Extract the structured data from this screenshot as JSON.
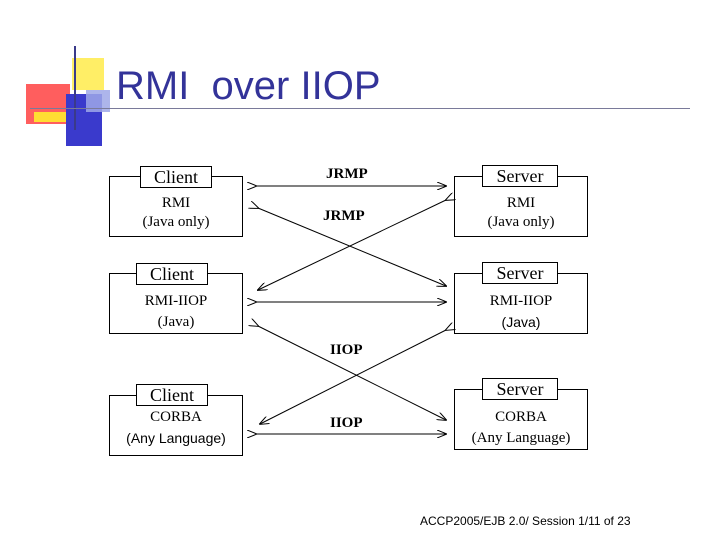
{
  "title": "RMI  over IIOP",
  "colors": {
    "title": "#333399",
    "deco_red": "#ff3333",
    "deco_yellow": "#ffee66",
    "deco_blue": "#3333cc"
  },
  "clients": [
    {
      "label": "Client",
      "line1": "RMI",
      "line2": "(Java only)"
    },
    {
      "label": "Client",
      "line1": "RMI-IIOP",
      "line2": "(Java)"
    },
    {
      "label": "Client",
      "line1": "CORBA",
      "line2": "(Any Language)"
    }
  ],
  "servers": [
    {
      "label": "Server",
      "line1": "RMI",
      "line2": "(Java only)"
    },
    {
      "label": "Server",
      "line1": "RMI-IIOP",
      "line2": "(Java)"
    },
    {
      "label": "Server",
      "line1": "CORBA",
      "line2": "(Any Language)"
    }
  ],
  "protocols": {
    "jrmp_top": "JRMP",
    "jrmp_cross": "JRMP",
    "iiop_cross": "IIOP",
    "iiop_bottom": "IIOP"
  },
  "footer": "ACCP2005/EJB 2.0/ Session 1/11 of 23"
}
